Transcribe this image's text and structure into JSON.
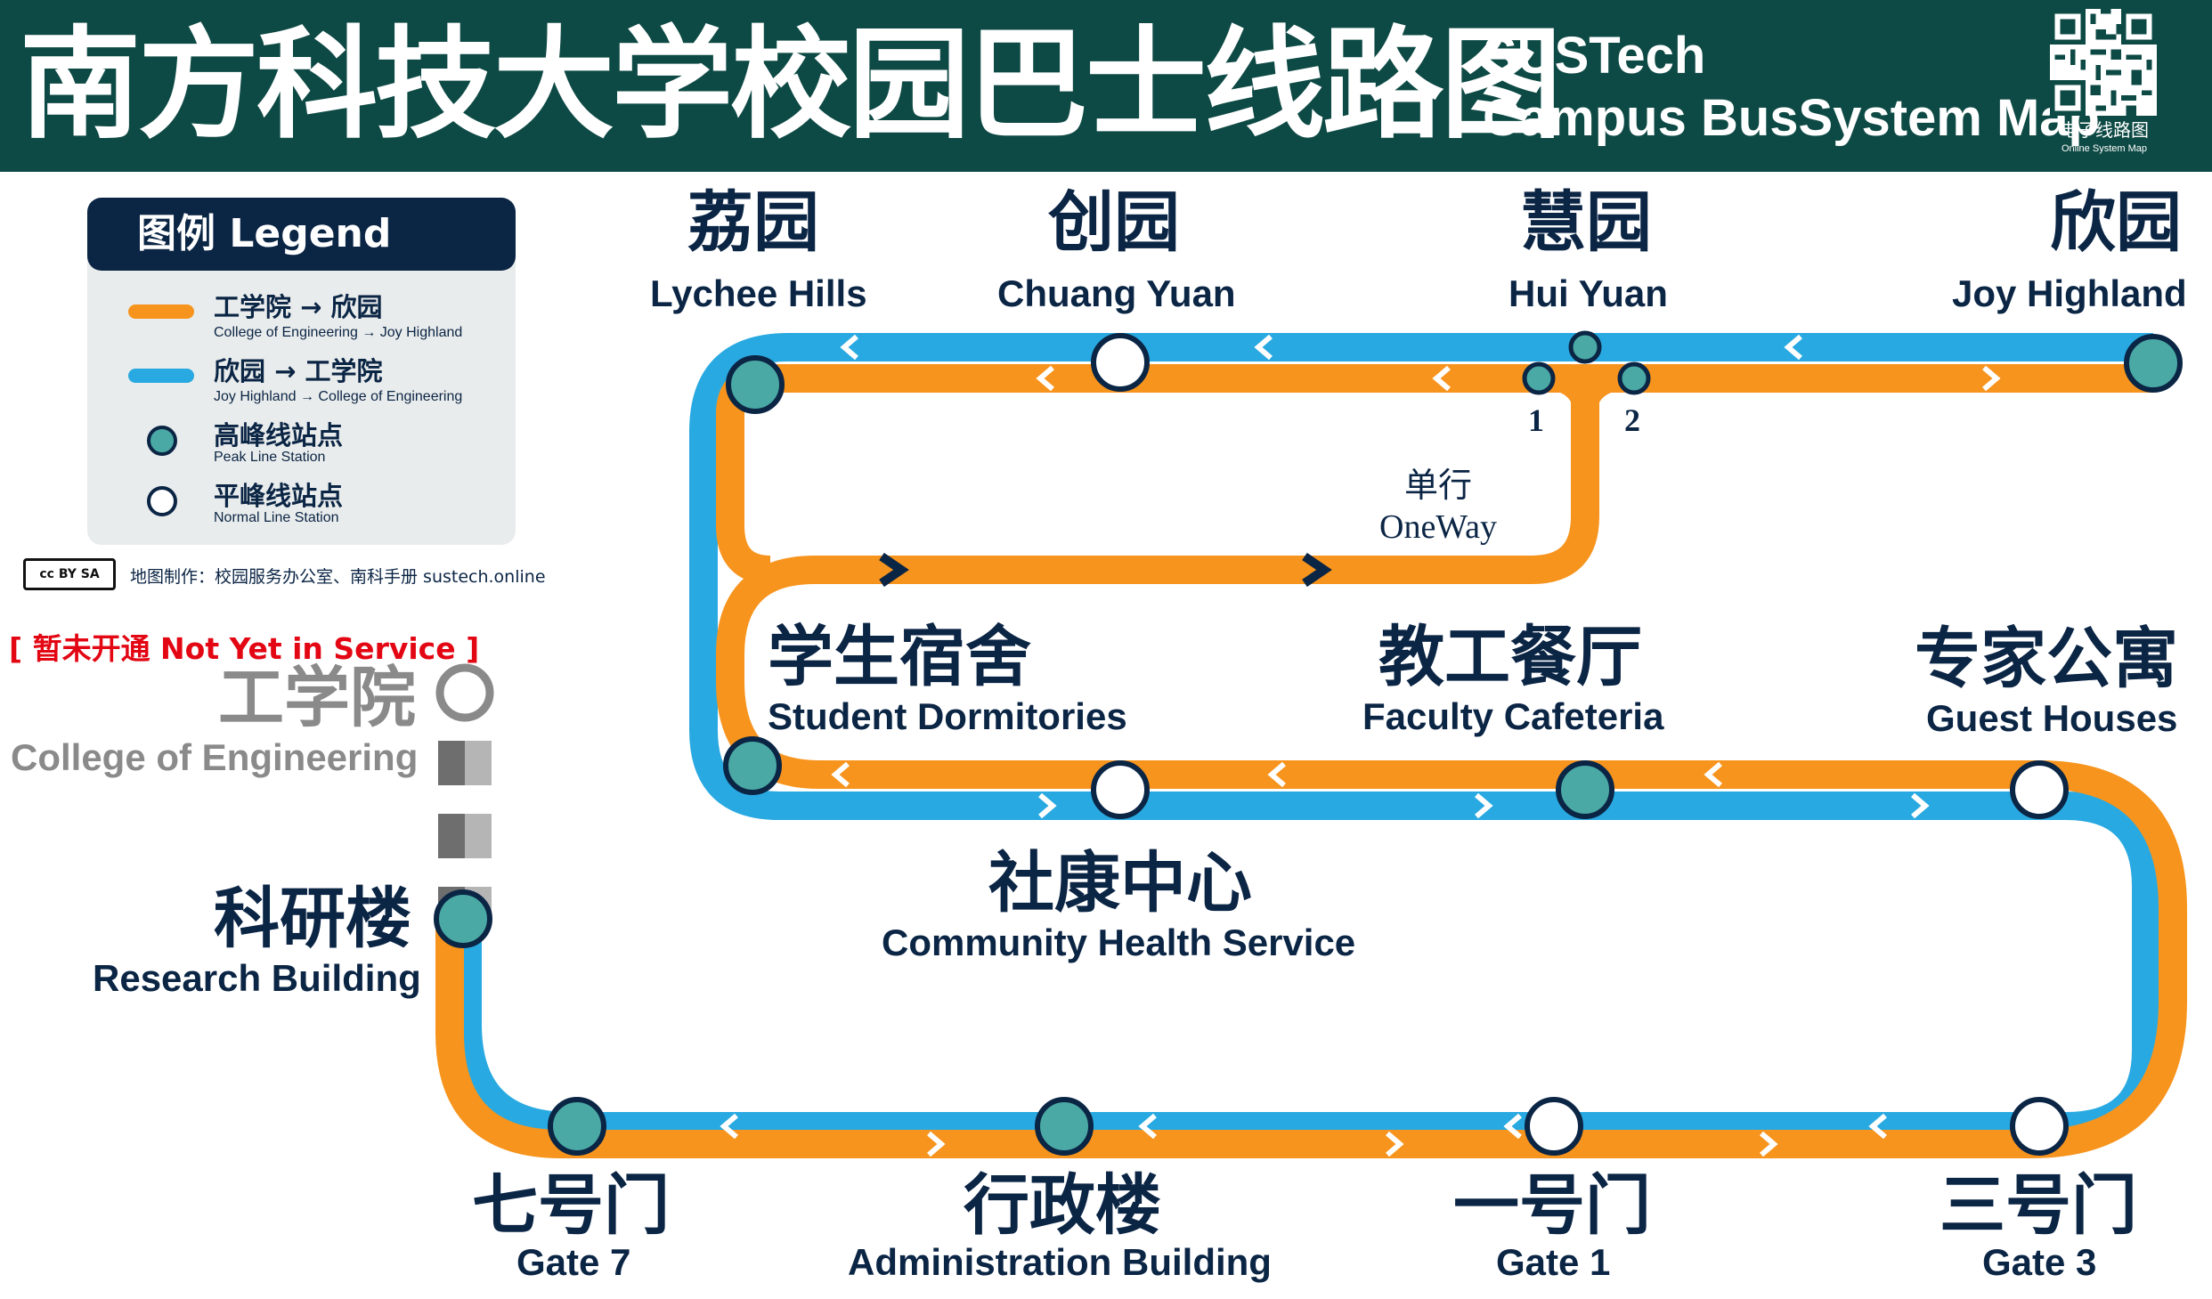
{
  "header": {
    "title_zh": "南方科技大学校园巴士线路图",
    "title_en_line1": "SUSTech",
    "title_en_line2": "Campus BusSystem Map",
    "qr_label_zh": "电子线路图",
    "qr_label_en": "Online System Map"
  },
  "legend": {
    "title": "图例 Legend",
    "items": [
      {
        "zh": "工学院 → 欣园",
        "en": "College of Engineering → Joy Highland"
      },
      {
        "zh": "欣园 → 工学院",
        "en": "Joy Highland → College of Engineering"
      },
      {
        "zh": "高峰线站点",
        "en": "Peak Line Station"
      },
      {
        "zh": "平峰线站点",
        "en": "Normal Line Station"
      }
    ],
    "cc_badge": "cc BY SA",
    "credit": "地图制作：校园服务办公室、南科手册 sustech.online"
  },
  "colors": {
    "header_bg": "#0e4a45",
    "orange_line": "#f7941d",
    "blue_line": "#29a9e1",
    "peak_station": "#4aa9a4",
    "navy_text": "#0b2545",
    "not_in_service": "#e30613"
  },
  "not_in_service_label": "[ 暂未开通 Not Yet in Service ]",
  "oneway": {
    "zh": "单行",
    "en": "OneWay"
  },
  "branch_labels": [
    "1",
    "2"
  ],
  "stations": {
    "lychee_hills": {
      "zh": "荔园",
      "en": "Lychee Hills",
      "type": "peak"
    },
    "chuang_yuan": {
      "zh": "创园",
      "en": "Chuang Yuan",
      "type": "normal"
    },
    "hui_yuan": {
      "zh": "慧园",
      "en": "Hui Yuan",
      "type": "peak"
    },
    "joy_highland": {
      "zh": "欣园",
      "en": "Joy Highland",
      "type": "peak"
    },
    "student_dorms": {
      "zh": "学生宿舍",
      "en": "Student Dormitories",
      "type": "peak"
    },
    "faculty_cafeteria": {
      "zh": "教工餐厅",
      "en": "Faculty Cafeteria",
      "type": "peak"
    },
    "guest_houses": {
      "zh": "专家公寓",
      "en": "Guest Houses",
      "type": "normal"
    },
    "community_health": {
      "zh": "社康中心",
      "en": "Community Health Service",
      "type": "normal"
    },
    "college_engineering": {
      "zh": "工学院",
      "en": "College of Engineering",
      "type": "not_in_service"
    },
    "research_building": {
      "zh": "科研楼",
      "en": "Research Building",
      "type": "peak"
    },
    "gate7": {
      "zh": "七号门",
      "en": "Gate 7",
      "type": "peak"
    },
    "admin_building": {
      "zh": "行政楼",
      "en": "Administration Building",
      "type": "peak"
    },
    "gate1": {
      "zh": "一号门",
      "en": "Gate 1",
      "type": "normal"
    },
    "gate3": {
      "zh": "三号门",
      "en": "Gate 3",
      "type": "normal"
    }
  }
}
